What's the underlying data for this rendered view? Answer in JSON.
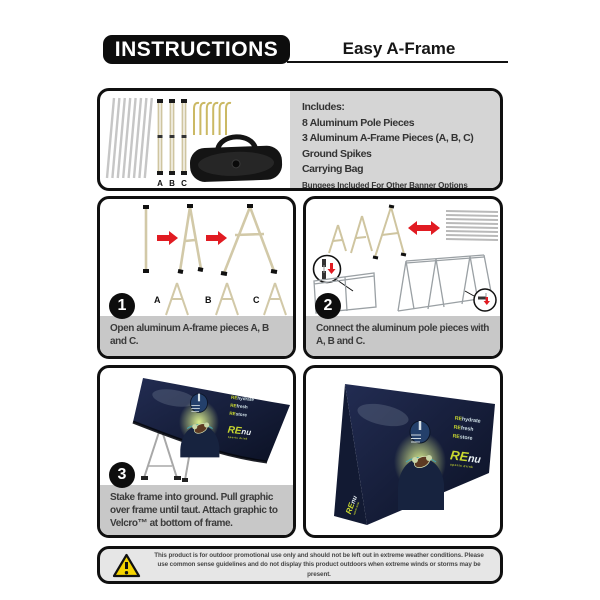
{
  "header": {
    "title": "INSTRUCTIONS",
    "product": "Easy A-Frame"
  },
  "includes": {
    "heading": "Includes:",
    "items": [
      "8 Aluminum Pole Pieces",
      "3 Aluminum A-Frame Pieces (A, B, C)",
      "Ground Spikes",
      "Carrying Bag"
    ],
    "note": "Bungees Included For Other Banner Options",
    "part_labels": [
      "A",
      "B",
      "C"
    ]
  },
  "steps": [
    {
      "number": "1",
      "caption": "Open aluminum A-frame pieces A, B and C.",
      "labels": [
        "A",
        "B",
        "C"
      ]
    },
    {
      "number": "2",
      "caption": "Connect the aluminum pole pieces with A, B and C."
    },
    {
      "number": "3",
      "caption": "Stake frame into ground. Pull graphic over frame until taut. Attach graphic to Velcro™ at bottom of frame."
    }
  ],
  "banner": {
    "taglines": [
      {
        "pre": "RE",
        "rest": "hydrate"
      },
      {
        "pre": "RE",
        "rest": "fresh"
      },
      {
        "pre": "RE",
        "rest": "store"
      }
    ],
    "brand": {
      "pre": "RE",
      "rest": "nu"
    },
    "brand_sub": "sports drink"
  },
  "warning": {
    "text": "This product is for outdoor promotional use only and should not be left out in extreme weather conditions. Please use common sense guidelines and do not display this product outdoors when extreme winds or storms may be present."
  },
  "colors": {
    "accent_red": "#e11b22",
    "caption_gray": "#c8c8c8",
    "includes_gray": "#d5d5d5",
    "warning_gray": "#e6e6e6",
    "banner_navy": "#121a33",
    "brand_yellow": "#c9d830",
    "spike_yellow": "#cbb964",
    "frame_tan": "#d2c9a8"
  }
}
